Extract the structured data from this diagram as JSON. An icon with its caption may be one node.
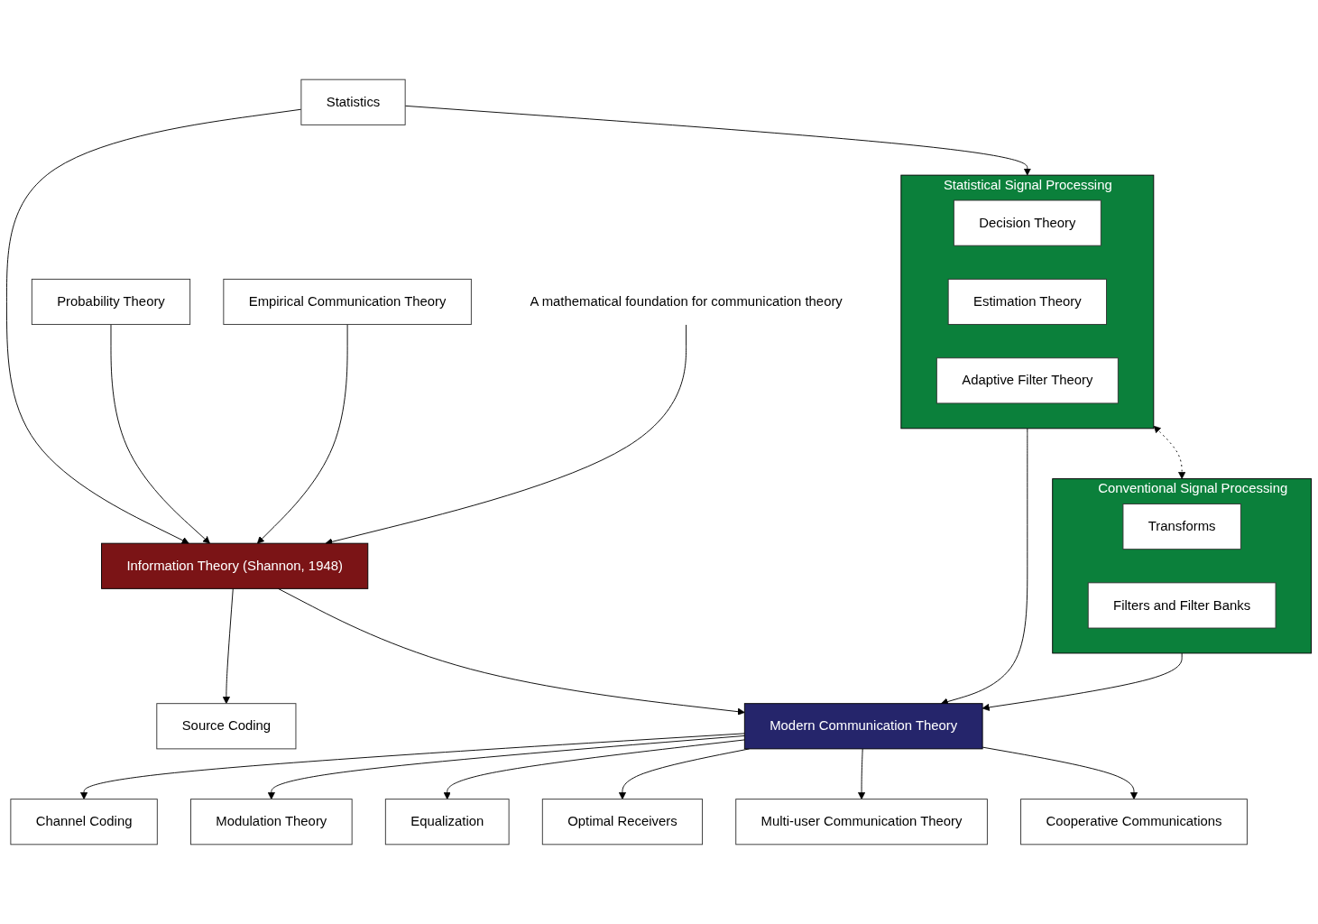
{
  "diagram": {
    "nodes": [
      {
        "text": [
          "Statistics"
        ]
      },
      {
        "text": [
          "Probability Theory"
        ]
      },
      {
        "text": [
          "Empirical Communication Theory"
        ]
      },
      {
        "text": [
          "Information Theory (Shannon, 1948)"
        ]
      },
      {
        "text": [
          "A mathematical foundation for communication theory"
        ]
      },
      {
        "text": [
          "Statistical Signal Processing"
        ]
      },
      {
        "text": [
          "Decision Theory"
        ],
        "in": 5
      },
      {
        "text": [
          "Estimation Theory"
        ],
        "in": 5
      },
      {
        "text": [
          "Adaptive Filter Theory"
        ],
        "in": 5
      },
      {
        "text": [
          "Source Coding"
        ]
      },
      {
        "text": [
          "Conventional Signal Processing"
        ]
      },
      {
        "text": [
          "Transforms"
        ],
        "in": 10
      },
      {
        "text": [
          "Filters and Filter Banks"
        ],
        "in": 10
      },
      {
        "text": [
          "Modern Communication Theory"
        ]
      },
      {
        "text": [
          "Channel Coding"
        ]
      },
      {
        "text": [
          "Modulation Theory"
        ]
      },
      {
        "text": [
          "Equalization"
        ]
      },
      {
        "text": [
          "Optimal Receivers"
        ]
      },
      {
        "text": [
          "Multi-user Communication Theory"
        ]
      },
      {
        "text": [
          "Cooperative Communications"
        ]
      }
    ],
    "edges": [
      {
        "from": 0,
        "to": 5,
        "arrow": "to"
      },
      {
        "from": 0,
        "to": 3,
        "arrow": "to"
      },
      {
        "from": 1,
        "to": 3,
        "arrow": "to"
      },
      {
        "from": 2,
        "to": 3,
        "arrow": "to"
      },
      {
        "from": 4,
        "to": 3,
        "arrow": "to"
      },
      {
        "from": 3,
        "to": 9,
        "arrow": "to"
      },
      {
        "from": 3,
        "to": 13,
        "arrow": "to"
      },
      {
        "from": 5,
        "to": 10,
        "arrow": "both",
        "style": "dashed"
      },
      {
        "from": 5,
        "to": 13,
        "arrow": "to"
      },
      {
        "from": 10,
        "to": 13,
        "arrow": "to"
      },
      {
        "from": 13,
        "to": 14,
        "arrow": "to"
      },
      {
        "from": 13,
        "to": 15,
        "arrow": "to"
      },
      {
        "from": 13,
        "to": 16,
        "arrow": "to"
      },
      {
        "from": 13,
        "to": 17,
        "arrow": "to"
      },
      {
        "from": 13,
        "to": 18,
        "arrow": "to"
      },
      {
        "from": 13,
        "to": 19,
        "arrow": "to"
      }
    ]
  }
}
